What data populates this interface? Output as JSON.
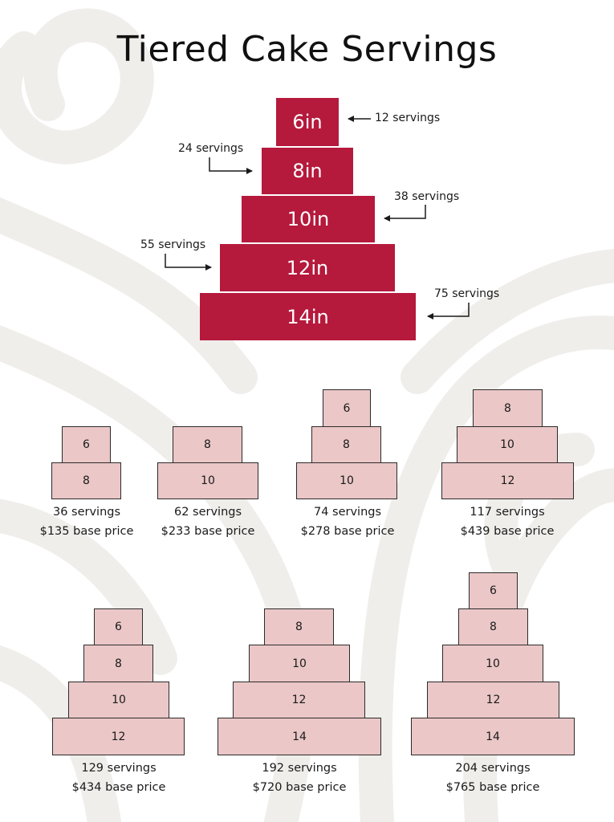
{
  "title": "Tiered Cake Servings",
  "colors": {
    "tier_main": "#b5193c",
    "tier_small": "#ebc7c7",
    "swirl": "#f0eeeb"
  },
  "main_cake": {
    "tiers": [
      {
        "size": "6in",
        "servings": "12 servings"
      },
      {
        "size": "8in",
        "servings": "24 servings"
      },
      {
        "size": "10in",
        "servings": "38 servings"
      },
      {
        "size": "12in",
        "servings": "55 servings"
      },
      {
        "size": "14in",
        "servings": "75 servings"
      }
    ]
  },
  "combos": [
    {
      "tiers": [
        "6",
        "8"
      ],
      "servings": "36 servings",
      "price": "$135 base price"
    },
    {
      "tiers": [
        "8",
        "10"
      ],
      "servings": "62 servings",
      "price": "$233 base price"
    },
    {
      "tiers": [
        "6",
        "8",
        "10"
      ],
      "servings": "74 servings",
      "price": "$278 base price"
    },
    {
      "tiers": [
        "8",
        "10",
        "12"
      ],
      "servings": "117 servings",
      "price": "$439 base price"
    },
    {
      "tiers": [
        "6",
        "8",
        "10",
        "12"
      ],
      "servings": "129 servings",
      "price": "$434 base price"
    },
    {
      "tiers": [
        "8",
        "10",
        "12",
        "14"
      ],
      "servings": "192 servings",
      "price": "$720 base price"
    },
    {
      "tiers": [
        "6",
        "8",
        "10",
        "12",
        "14"
      ],
      "servings": "204 servings",
      "price": "$765 base price"
    }
  ]
}
